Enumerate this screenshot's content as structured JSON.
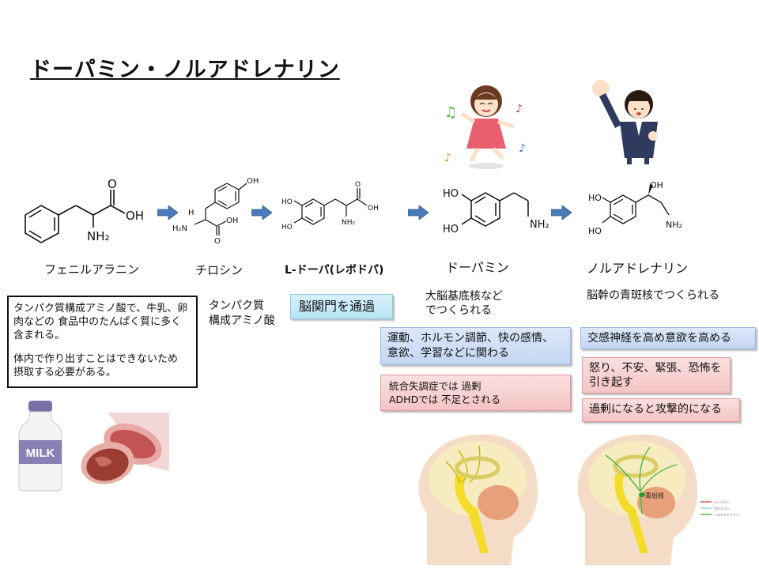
{
  "title": "ドーパミン・ノルアドレナリン",
  "molecules": [
    {
      "name": "フェニルアラニン",
      "atoms": {
        "o": "O",
        "oh": "OH",
        "nh2": "NH₂"
      }
    },
    {
      "name": "チロシン",
      "atoms": {
        "oh_top": "OH",
        "h": "H",
        "nh2": "H₂N",
        "o": "O",
        "oh": "OH"
      }
    },
    {
      "name": "L-ドーパ(レボドパ)",
      "atoms": {
        "ho1": "HO",
        "ho2": "HO",
        "o": "O",
        "oh": "OH",
        "nh2": "NH₂"
      }
    },
    {
      "name": "ドーパミン",
      "atoms": {
        "ho1": "HO",
        "ho2": "HO",
        "nh2": "NH₂"
      }
    },
    {
      "name": "ノルアドレナリン",
      "atoms": {
        "oh": "OH",
        "ho1": "HO",
        "ho2": "HO",
        "nh2": "NH₂"
      }
    }
  ],
  "phenylalanine_box": {
    "line1": "タンパク質構成アミノ酸で、牛乳、卵",
    "line2": "肉などの 食品中のたんぱく質に多く",
    "line3": "含まれる。",
    "line4": "体内で作り出すことはできないため",
    "line5": "摂取する必要がある。"
  },
  "tyrosine_note": {
    "line1": "タンパク質",
    "line2": "構成アミノ酸"
  },
  "ldopa_box": "脳関門を通過",
  "dopamine": {
    "origin_line1": "大脳基底核など",
    "origin_line2": "でつくられる",
    "role_line1": "運動、ホルモン調節、快の感情、",
    "role_line2": "意欲、学習などに関わる",
    "disease_line1": "統合失調症では 過剰",
    "disease_line2": "ADHDでは 不足とされる"
  },
  "noradrenaline": {
    "origin": "脳幹の青斑核でつくられる",
    "role": "交感神経を高め意欲を高める",
    "emotion_line1": "怒り、不安、緊張、恐怖を",
    "emotion_line2": "引き起す",
    "excess": "過剰になると攻撃的になる"
  },
  "images": {
    "milk_label": "MILK",
    "brain_label": "青斑核",
    "legend": [
      "ドーパミン",
      "セロトニン",
      "ノルアドレナリン"
    ]
  },
  "colors": {
    "arrow": "#4a7ab8",
    "blue_box": "#c9dbf4",
    "red_box": "#f6cccc",
    "dopamine_path": "#e8d21f",
    "noradrenaline_path": "#52b34a",
    "serotonin_path": "#e05555"
  }
}
